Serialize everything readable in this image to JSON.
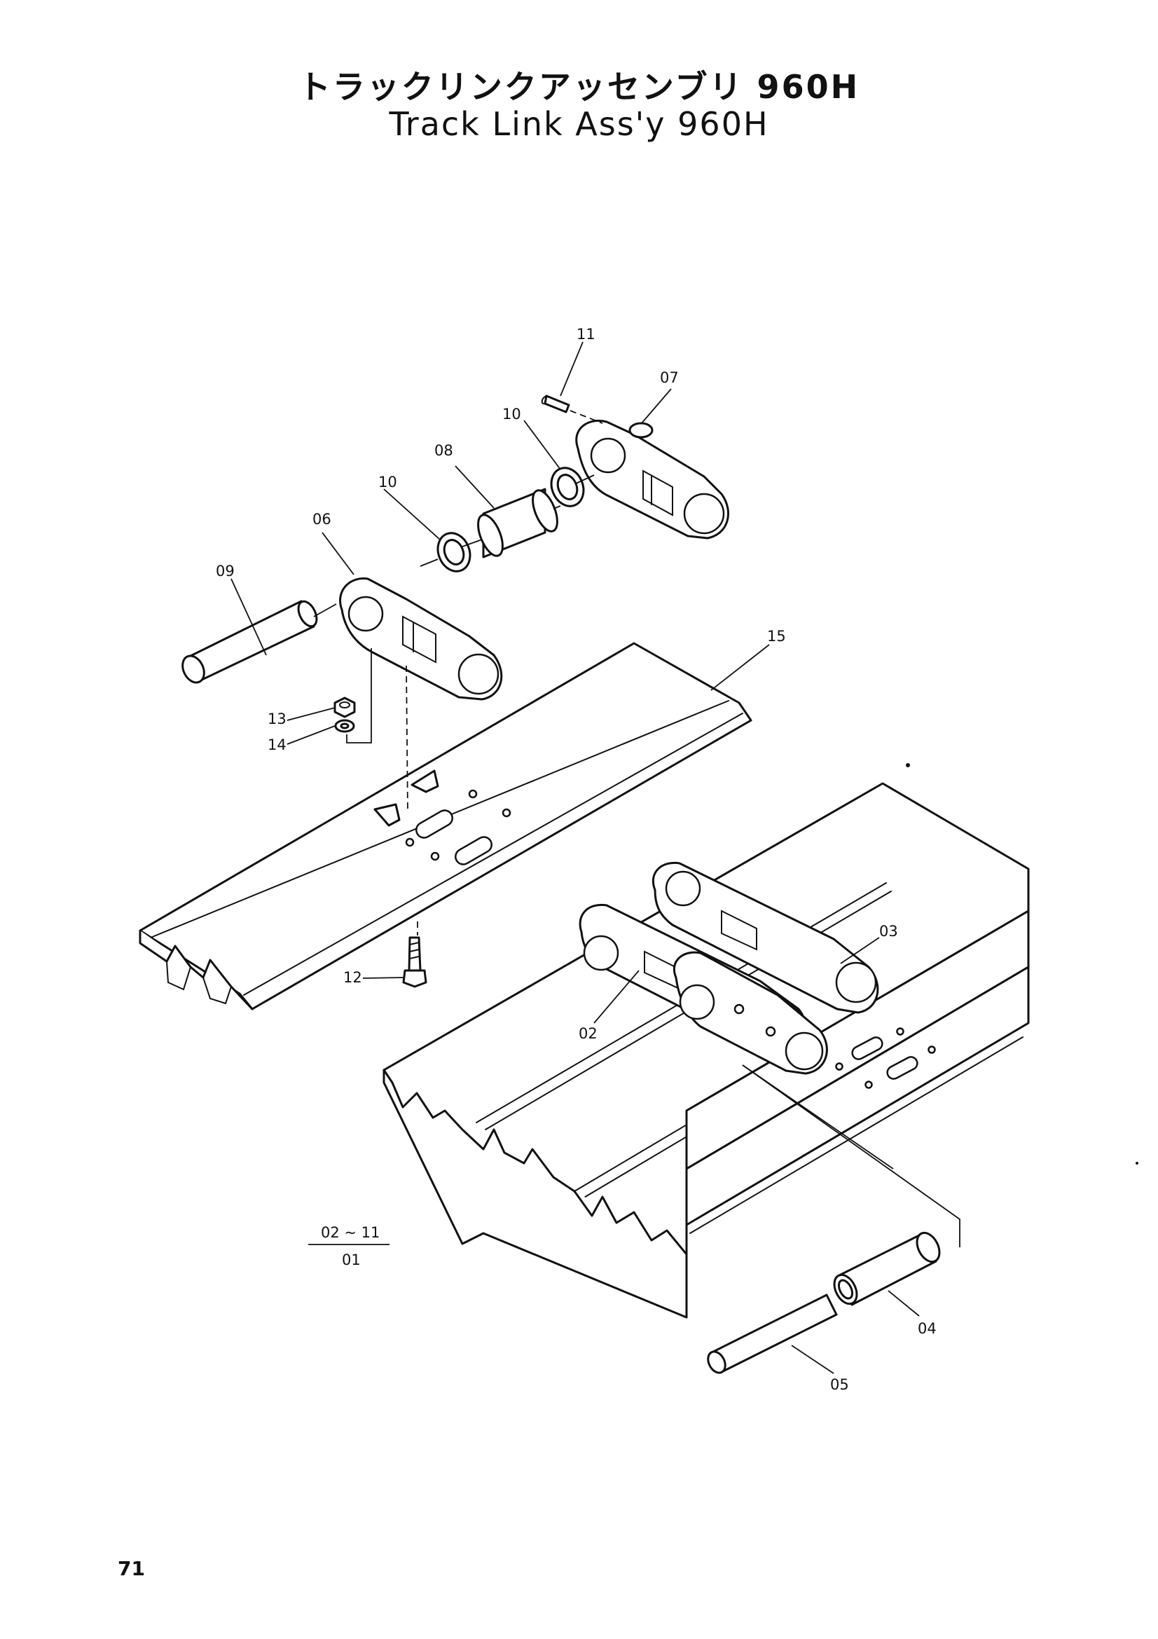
{
  "title_japanese": "トラックリンクアッセンブリ 960H",
  "title_english": "Track Link Ass'y 960H",
  "callouts": {
    "c01": "01",
    "c02": "02",
    "c03": "03",
    "c04": "04",
    "c05": "05",
    "c06": "06",
    "c07": "07",
    "c08": "08",
    "c09": "09",
    "c10a": "10",
    "c10b": "10",
    "c11": "11",
    "c12": "12",
    "c13": "13",
    "c14": "14",
    "c15": "15",
    "range_note": "02 ~ 11"
  },
  "page_number": "71"
}
